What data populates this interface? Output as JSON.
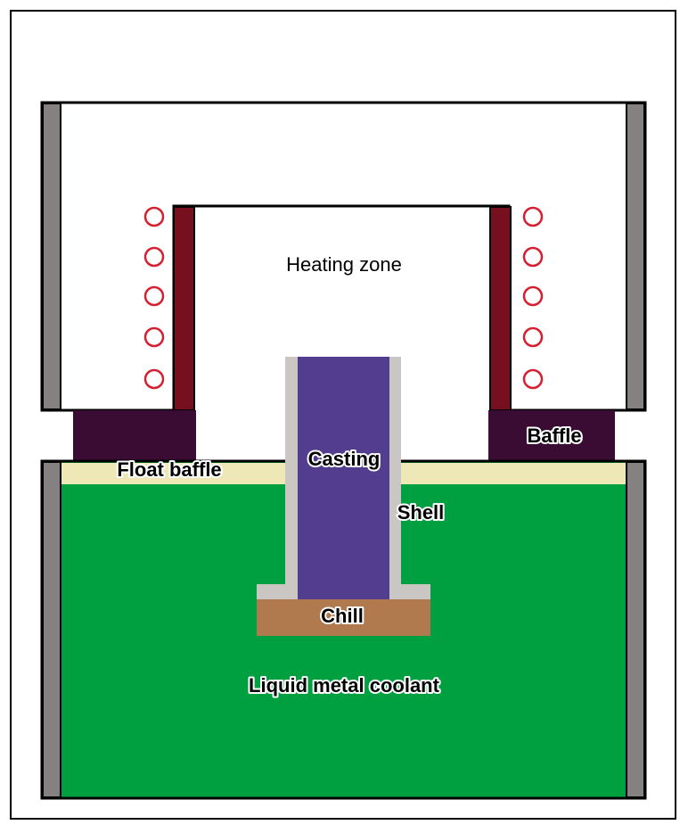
{
  "labels": {
    "heating_zone": "Heating zone",
    "casting": "Casting",
    "shell": "Shell",
    "chill": "Chill",
    "baffle": "Baffle",
    "float_baffle": "Float baffle",
    "coolant": "Liquid metal coolant"
  },
  "colors": {
    "wall": "#858180",
    "heater_liner": "#76101e",
    "baffle": "#3b0c33",
    "float_baffle": "#ede8b5",
    "coolant": "#00a040",
    "shell": "#cac6c4",
    "casting": "#523d8e",
    "chill": "#b07a4e",
    "coil": "#d42030"
  }
}
